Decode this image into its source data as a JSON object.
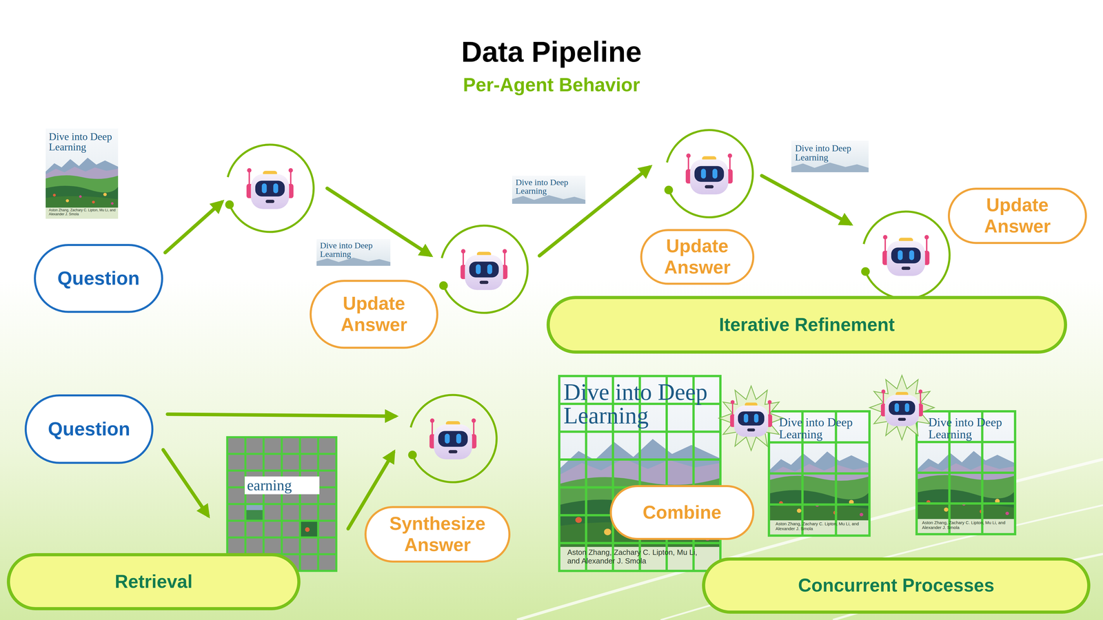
{
  "diagram": {
    "title": "Data Pipeline",
    "nodes": [
      {
        "text": [
          "Question"
        ]
      },
      {
        "text": [
          "Update Answer"
        ]
      },
      {
        "text": [
          "Update Answer"
        ]
      },
      {
        "text": [
          "Update Answer"
        ]
      },
      {
        "text": [
          "Iterative Refinement"
        ]
      },
      {
        "text": [
          "Question"
        ]
      },
      {
        "text": [
          "Synthesize Answer"
        ]
      },
      {
        "text": [
          "Combine"
        ]
      },
      {
        "text": [
          "Retrieval"
        ]
      },
      {
        "text": [
          "Concurrent Processes"
        ]
      }
    ],
    "labels": [
      "Per-Agent Behavior",
      "Dive into Deep Learning",
      "Aston Zhang, Zachary C. Lipton, Mu Li, and Alexander J. Smola",
      "Dive into Deep Learning",
      "Dive into Deep Learning",
      "Dive into Deep Learning",
      "earning",
      "Dive into Deep Learning",
      "Aston Zhang, Zachary C. Lipton, Mu Li, and Alexander J. Smola",
      "Dive into Deep Learning",
      "Aston Zhang, Zachary C. Lipton, Mu Li, and Alexander J. Smola",
      "Dive into Deep Learning",
      "Aston Zhang, Zachary C. Lipton, Mu Li, and Alexander J. Smola"
    ]
  }
}
